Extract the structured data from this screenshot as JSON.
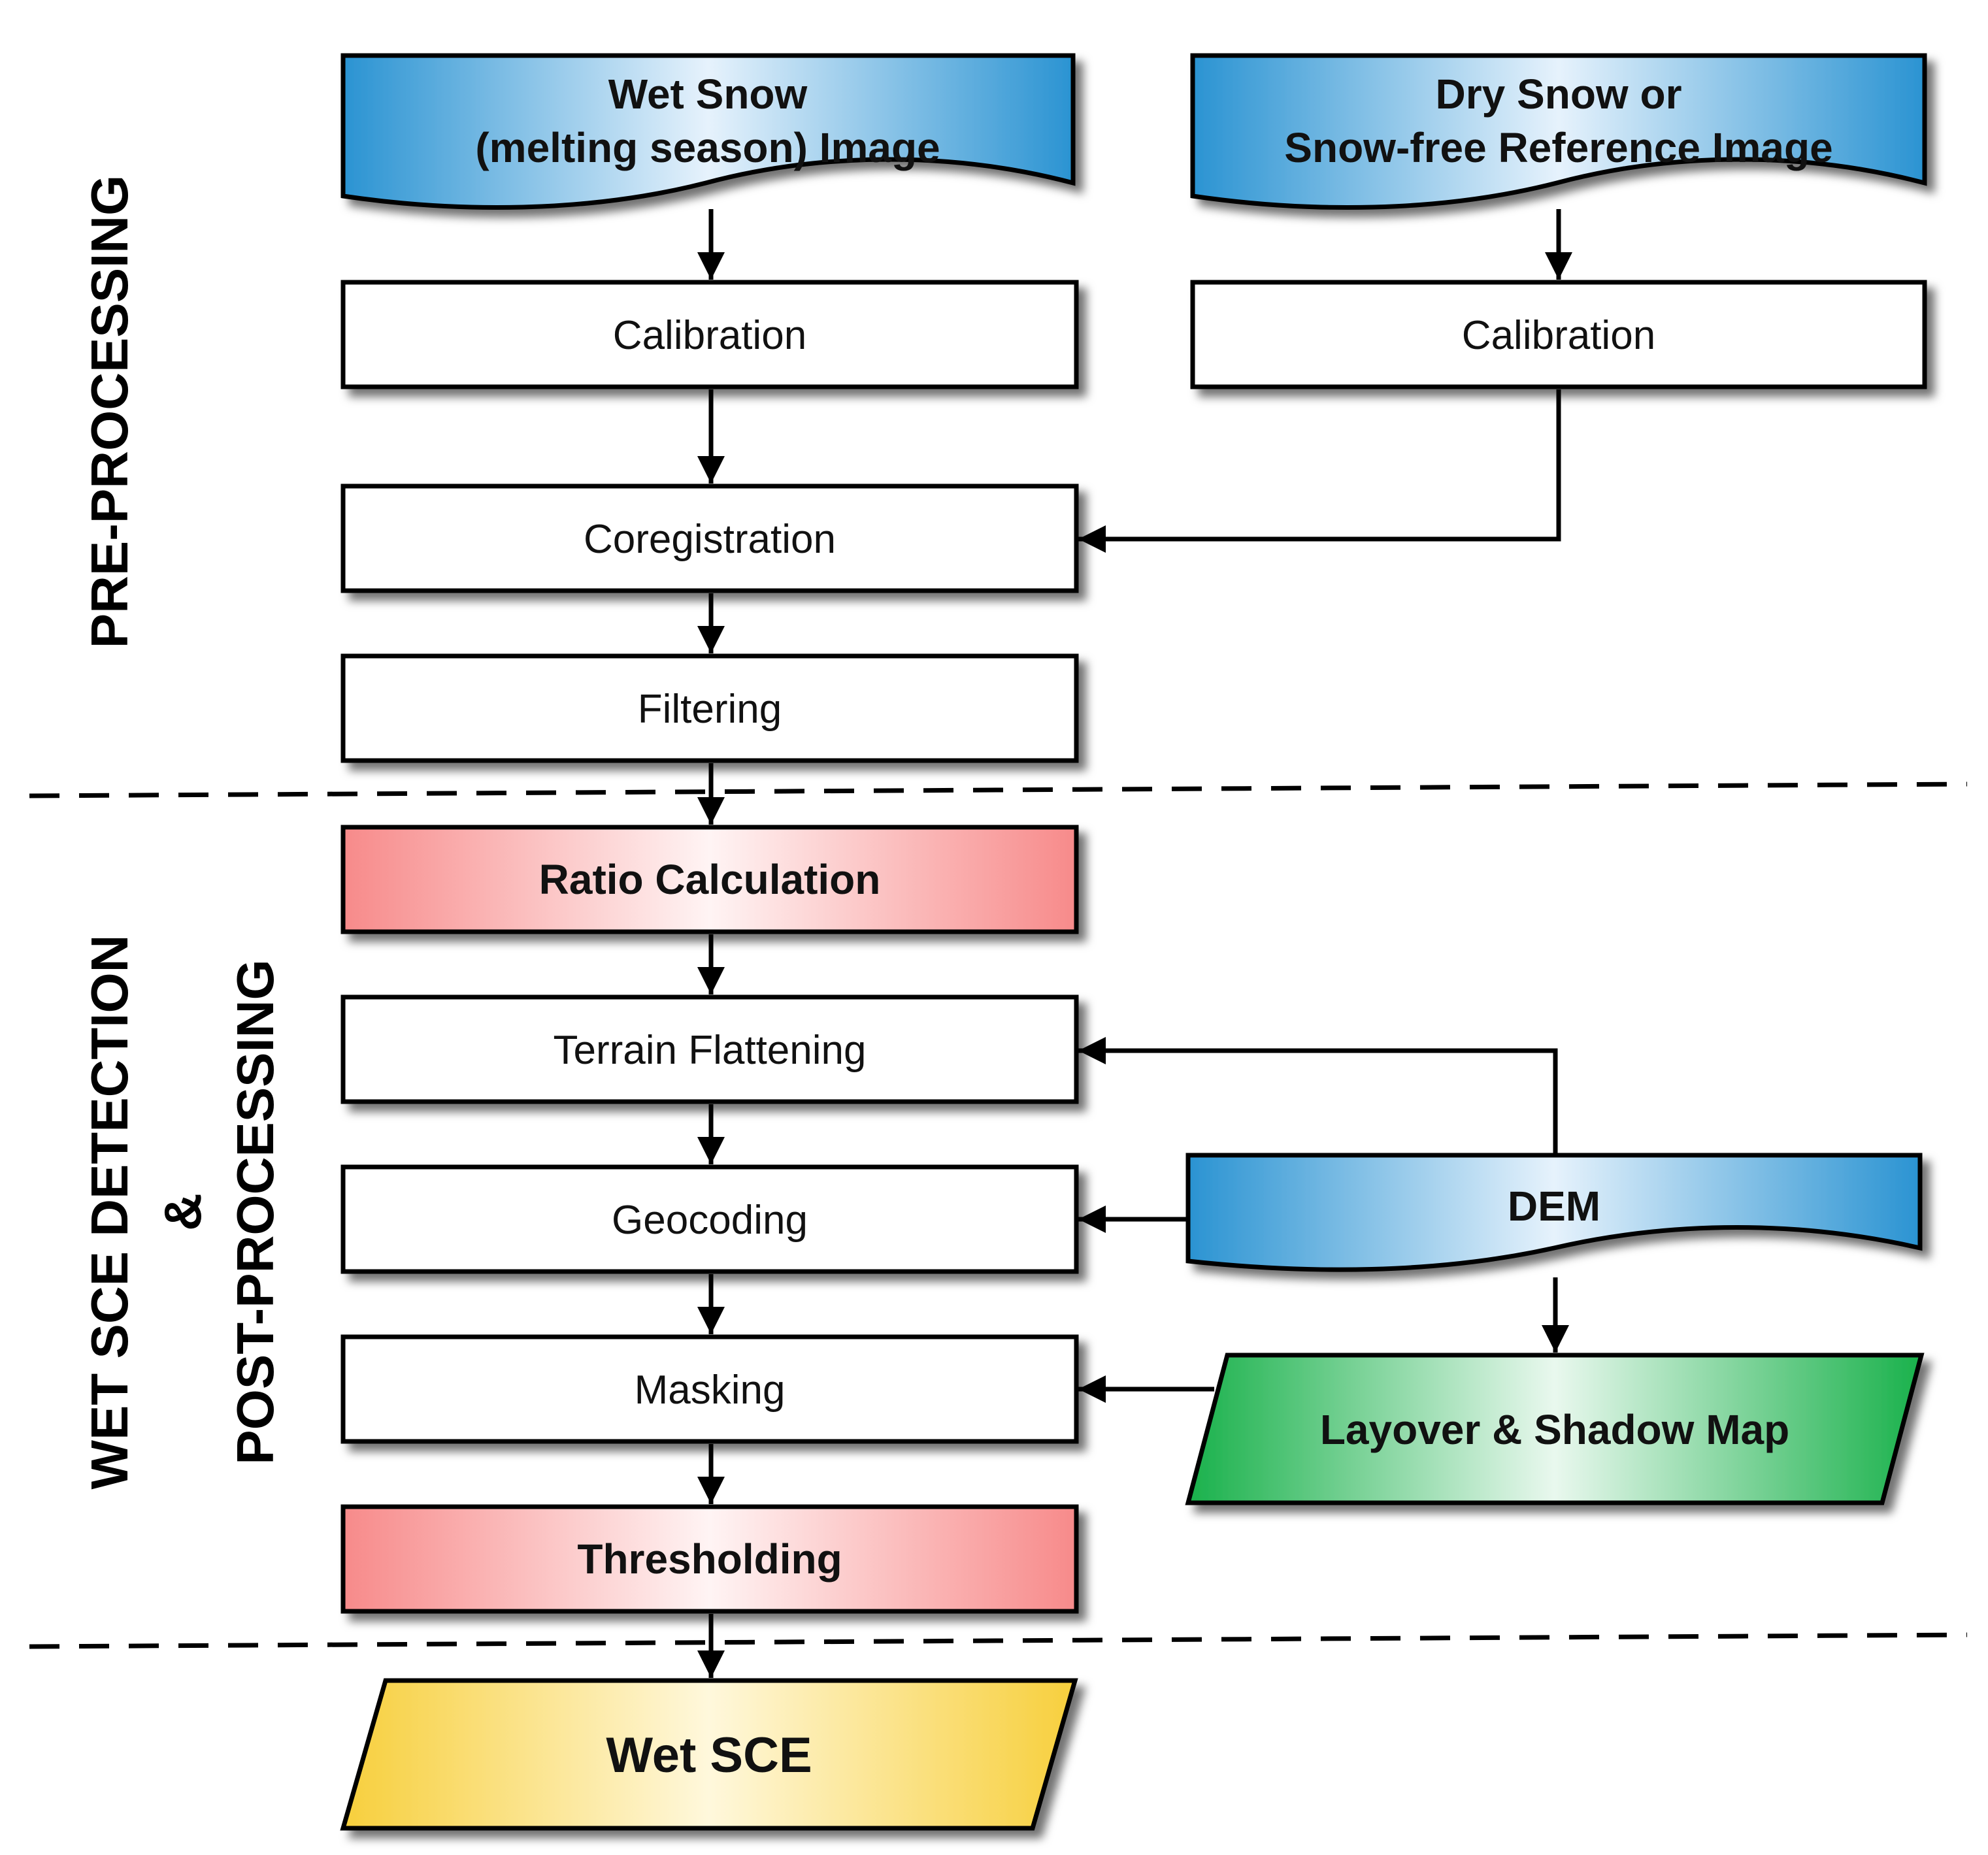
{
  "sections": {
    "pre": "PRE-PROCESSING",
    "detection_1": "WET SCE DETECTION",
    "detection_amp": "&",
    "detection_2": "POST-PROCESSING"
  },
  "inputs": {
    "wet_line1": "Wet Snow",
    "wet_line2": "(melting season) Image",
    "dry_line1": "Dry Snow or",
    "dry_line2": "Snow-free Reference Image",
    "dem": "DEM",
    "layover": "Layover & Shadow Map"
  },
  "steps": {
    "calibration_left": "Calibration",
    "calibration_right": "Calibration",
    "coregistration": "Coregistration",
    "filtering": "Filtering",
    "ratio": "Ratio Calculation",
    "terrain": "Terrain Flattening",
    "geocoding": "Geocoding",
    "masking": "Masking",
    "thresholding": "Thresholding"
  },
  "output": {
    "wet_sce": "Wet SCE"
  },
  "colors": {
    "document_blue_dark": "#2a93d2",
    "document_blue_light": "#e6f2fc",
    "process_red_dark": "#f78a8a",
    "process_red_light": "#fff4f4",
    "map_green_dark": "#19b14b",
    "map_green_light": "#e9f8ee",
    "output_yellow_dark": "#f7cf3c",
    "output_yellow_light": "#fff8dc"
  }
}
